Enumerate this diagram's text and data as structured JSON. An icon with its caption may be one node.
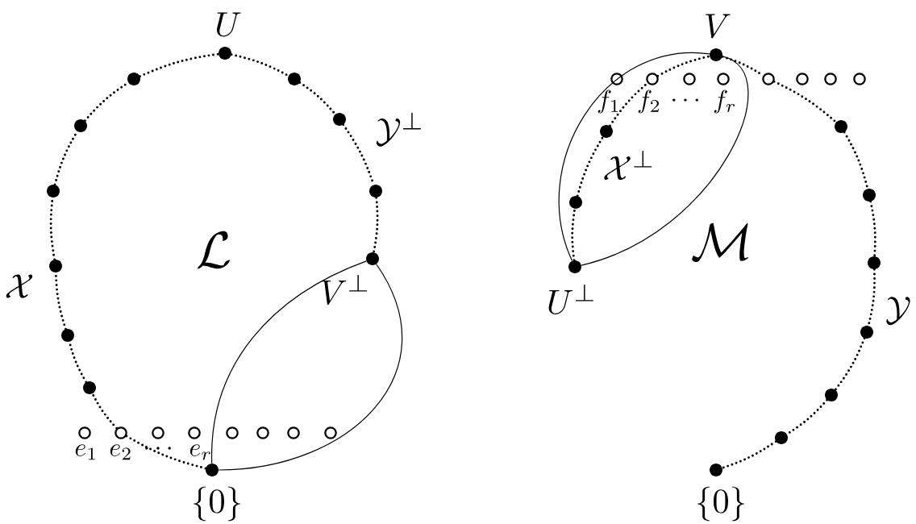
{
  "diagram": {
    "nodes": [
      {
        "text": [],
        "shape": "circle",
        "beside": [
          "U"
        ]
      },
      {
        "text": [],
        "shape": "circle"
      },
      {
        "text": [],
        "shape": "circle"
      },
      {
        "text": [],
        "shape": "circle"
      },
      {
        "text": [],
        "shape": "circle"
      },
      {
        "text": [],
        "shape": "circle"
      },
      {
        "text": [],
        "shape": "circle"
      },
      {
        "text": [],
        "shape": "circle"
      },
      {
        "text": [],
        "shape": "circle"
      },
      {
        "text": [],
        "shape": "circle"
      },
      {
        "text": [],
        "shape": "circle",
        "beside": [
          "V^\\perp"
        ]
      },
      {
        "text": [],
        "shape": "circle",
        "beside": [
          "\\{0\\}"
        ]
      },
      {
        "text": [],
        "shape": "ring",
        "beside": [
          "e_1"
        ]
      },
      {
        "text": [],
        "shape": "ring",
        "beside": [
          "e_2"
        ]
      },
      {
        "text": [],
        "shape": "ring"
      },
      {
        "text": [],
        "shape": "ring",
        "beside": [
          "e_r"
        ]
      },
      {
        "text": [],
        "shape": "ring"
      },
      {
        "text": [],
        "shape": "ring"
      },
      {
        "text": [],
        "shape": "ring"
      },
      {
        "text": [],
        "shape": "ring"
      },
      {
        "text": [],
        "shape": "circle",
        "beside": [
          "V"
        ]
      },
      {
        "text": [],
        "shape": "circle"
      },
      {
        "text": [],
        "shape": "circle"
      },
      {
        "text": [],
        "shape": "circle",
        "beside": [
          "U^\\perp"
        ]
      },
      {
        "text": [],
        "shape": "circle"
      },
      {
        "text": [],
        "shape": "circle"
      },
      {
        "text": [],
        "shape": "circle"
      },
      {
        "text": [],
        "shape": "circle"
      },
      {
        "text": [],
        "shape": "circle"
      },
      {
        "text": [],
        "shape": "circle"
      },
      {
        "text": [],
        "shape": "circle",
        "beside": [
          "\\{0\\}"
        ]
      },
      {
        "text": [],
        "shape": "ring",
        "beside": [
          "f_1"
        ]
      },
      {
        "text": [],
        "shape": "ring",
        "beside": [
          "f_2"
        ]
      },
      {
        "text": [],
        "shape": "ring"
      },
      {
        "text": [],
        "shape": "ring",
        "beside": [
          "f_r"
        ]
      },
      {
        "text": [],
        "shape": "ring"
      },
      {
        "text": [],
        "shape": "ring"
      },
      {
        "text": [],
        "shape": "ring"
      },
      {
        "text": [],
        "shape": "ring"
      }
    ],
    "edges": [
      {
        "from": 11,
        "to": 13,
        "arrow": "none",
        "style": "dashed"
      },
      {
        "from": 13,
        "to": 6,
        "arrow": "none",
        "style": "dashed"
      },
      {
        "from": 6,
        "to": 5,
        "arrow": "none",
        "style": "dashed"
      },
      {
        "from": 5,
        "to": 4,
        "arrow": "none",
        "style": "dashed"
      },
      {
        "from": 4,
        "to": 3,
        "arrow": "none",
        "style": "dashed"
      },
      {
        "from": 3,
        "to": 2,
        "arrow": "none",
        "style": "dashed"
      },
      {
        "from": 2,
        "to": 1,
        "arrow": "none",
        "style": "dashed"
      },
      {
        "from": 1,
        "to": 0,
        "arrow": "none",
        "style": "dashed"
      },
      {
        "from": 0,
        "to": 7,
        "arrow": "none",
        "style": "dashed"
      },
      {
        "from": 7,
        "to": 8,
        "arrow": "none",
        "style": "dashed"
      },
      {
        "from": 8,
        "to": 9,
        "arrow": "none",
        "style": "dashed"
      },
      {
        "from": 9,
        "to": 10,
        "arrow": "none",
        "style": "dashed"
      },
      {
        "from": 11,
        "to": 10,
        "arrow": "none"
      },
      {
        "from": 11,
        "to": 10,
        "arrow": "none"
      },
      {
        "from": 23,
        "to": 22,
        "arrow": "none",
        "style": "dashed"
      },
      {
        "from": 22,
        "to": 21,
        "arrow": "none",
        "style": "dashed"
      },
      {
        "from": 21,
        "to": 32,
        "arrow": "none",
        "style": "dashed"
      },
      {
        "from": 32,
        "to": 20,
        "arrow": "none",
        "style": "dashed"
      },
      {
        "from": 20,
        "to": 35,
        "arrow": "none",
        "style": "dashed"
      },
      {
        "from": 35,
        "to": 24,
        "arrow": "none",
        "style": "dashed"
      },
      {
        "from": 24,
        "to": 25,
        "arrow": "none",
        "style": "dashed"
      },
      {
        "from": 25,
        "to": 26,
        "arrow": "none",
        "style": "dashed"
      },
      {
        "from": 26,
        "to": 27,
        "arrow": "none",
        "style": "dashed"
      },
      {
        "from": 27,
        "to": 28,
        "arrow": "none",
        "style": "dashed"
      },
      {
        "from": 28,
        "to": 29,
        "arrow": "none",
        "style": "dashed"
      },
      {
        "from": 29,
        "to": 30,
        "arrow": "none",
        "style": "dashed"
      },
      {
        "from": 23,
        "to": 20,
        "arrow": "none"
      },
      {
        "from": 23,
        "to": 20,
        "arrow": "none"
      }
    ],
    "labels": [
      "\\mathcal{Y}^\\perp",
      "\\mathcal{X}",
      "\\mathcal{L}",
      "\\ldots",
      "\\mathcal{X}^\\perp",
      "\\cdots",
      "\\mathcal{M}",
      "\\mathcal{Y}"
    ]
  }
}
